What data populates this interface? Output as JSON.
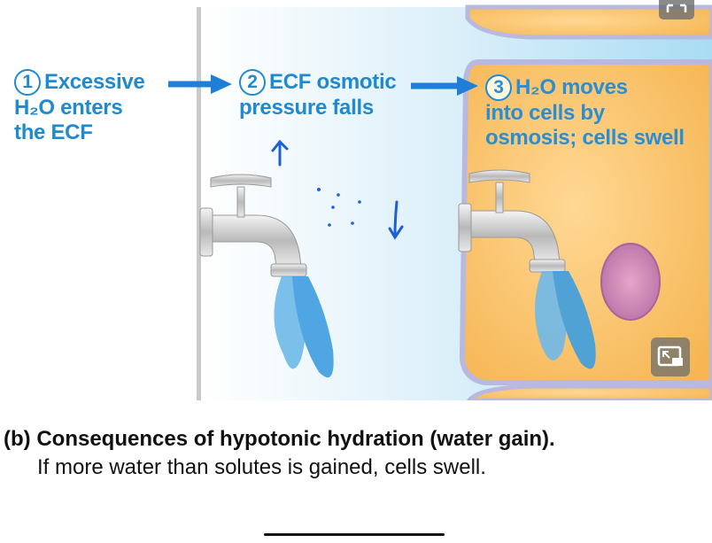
{
  "steps": [
    {
      "num": "1",
      "lines": [
        "Excessive",
        "H₂O enters",
        "the ECF"
      ]
    },
    {
      "num": "2",
      "lines": [
        "ECF osmotic",
        "pressure falls"
      ]
    },
    {
      "num": "3",
      "lines": [
        "H₂O moves",
        "into cells by",
        "osmosis; cells swell"
      ]
    }
  ],
  "caption": {
    "label": "(b)",
    "title": "Consequences of hypotonic hydration (water gain).",
    "subtitle": "If more water than solutes is gained, cells swell."
  },
  "colors": {
    "label_blue": "#1f8ad0",
    "arrow_blue": "#1f7fd6",
    "ecf_light_blue": "#cfe9f7",
    "cell_orange": "#f7c26a",
    "membrane_lilac": "#b9b8df"
  },
  "icons": [
    "faucet-icon",
    "water-stream-icon",
    "nucleus-icon",
    "picture-in-picture-icon",
    "fullscreen-icon"
  ]
}
